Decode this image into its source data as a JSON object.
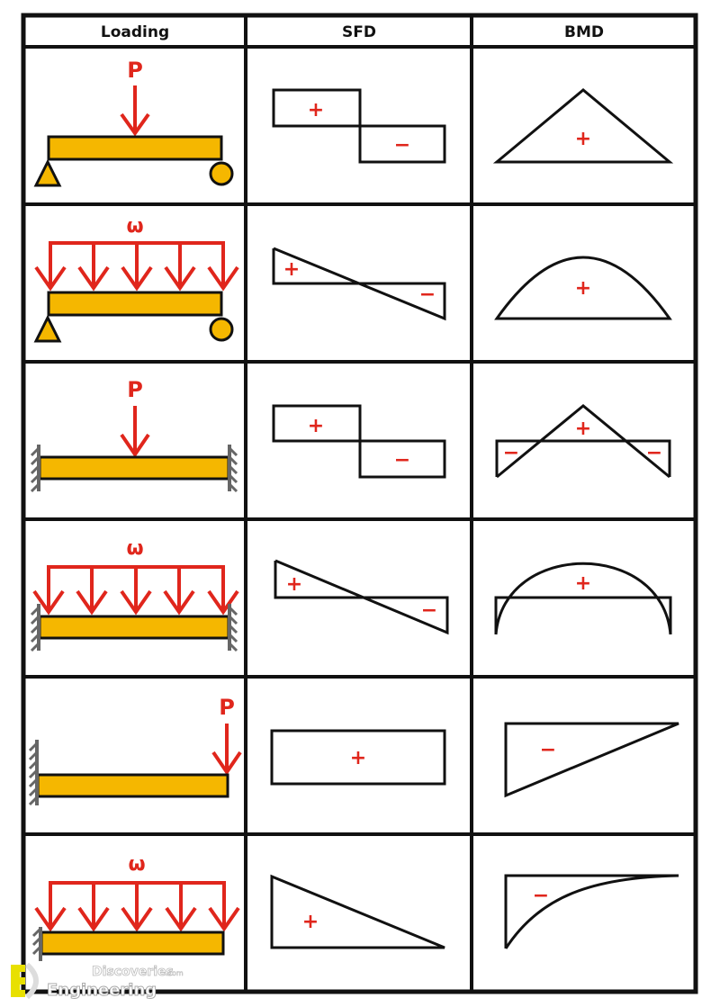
{
  "table": {
    "headers": [
      "Loading",
      "SFD",
      "BMD"
    ],
    "rows": [
      {
        "support": "simply-supported",
        "load": "point-center",
        "load_label": "P",
        "sfd": {
          "signs": [
            "+",
            "−"
          ]
        },
        "bmd": {
          "signs": [
            "+"
          ]
        }
      },
      {
        "support": "simply-supported",
        "load": "udl",
        "load_label": "ω",
        "sfd": {
          "signs": [
            "+",
            "−"
          ]
        },
        "bmd": {
          "signs": [
            "+"
          ]
        }
      },
      {
        "support": "fixed-fixed",
        "load": "point-center",
        "load_label": "P",
        "sfd": {
          "signs": [
            "+",
            "−"
          ]
        },
        "bmd": {
          "signs": [
            "+",
            "−",
            "−"
          ]
        }
      },
      {
        "support": "fixed-fixed",
        "load": "udl",
        "load_label": "ω",
        "sfd": {
          "signs": [
            "+",
            "−"
          ]
        },
        "bmd": {
          "signs": [
            "+"
          ]
        }
      },
      {
        "support": "cantilever",
        "load": "point-end",
        "load_label": "P",
        "sfd": {
          "signs": [
            "+"
          ]
        },
        "bmd": {
          "signs": [
            "−"
          ]
        }
      },
      {
        "support": "cantilever",
        "load": "udl",
        "load_label": "ω",
        "sfd": {
          "signs": [
            "+"
          ]
        },
        "bmd": {
          "signs": [
            "−"
          ]
        }
      }
    ]
  },
  "colors": {
    "beam": "#f5b700",
    "load": "#e0261c",
    "line": "#111111",
    "hatch": "#666666",
    "sign": "#e0261c"
  },
  "watermark": {
    "line1": "Discoveries",
    "line1_suffix": ".com",
    "line2": "Engineering"
  }
}
